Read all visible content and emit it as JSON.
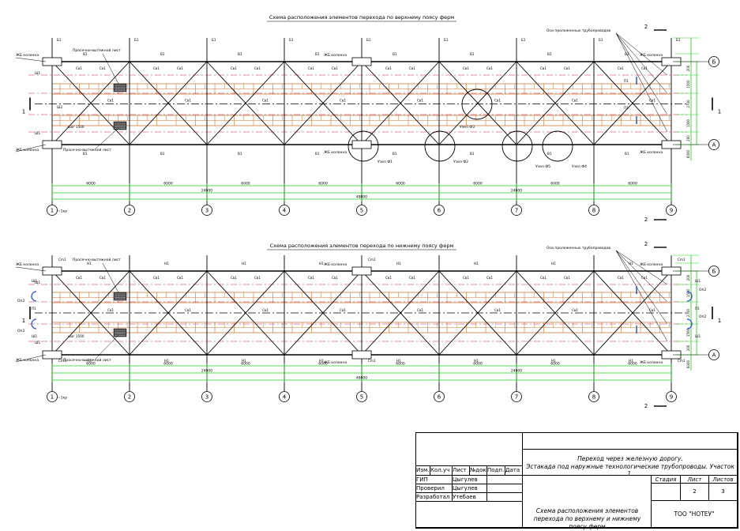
{
  "top_plan": {
    "title": "Схема расположения элементов перехода по верхнему поясу ферм",
    "axes": [
      "1",
      "2",
      "3",
      "4",
      "5",
      "6",
      "7",
      "8",
      "9"
    ],
    "rows": [
      "Б",
      "А"
    ],
    "spans": [
      "6000",
      "6000",
      "6000",
      "6000",
      "6000",
      "6000",
      "6000",
      "6000"
    ],
    "totals": [
      "24000",
      "24000",
      "48000"
    ],
    "right_dims": [
      "200",
      "1500",
      "2700",
      "1500",
      "200",
      "6000"
    ],
    "section_mark": "1",
    "section_mark2": "2",
    "axis1_ext": "~1кр",
    "labels": {
      "column": "ЖБ колонна",
      "sheet": "Просечно-вытяжной лист",
      "pipe_axes": "Оси проложенных трубопроводов",
      "b1": "Б1",
      "v1": "В1",
      "sh1": "Ш1",
      "sh2": "Ш2",
      "p1": "П1",
      "sv1": "Св1",
      "step": "шаг 1500",
      "nodes": [
        "Узел Ф1",
        "Узел Ф2",
        "Узел Ф3",
        "Узел Ф4",
        "Узел Ф5"
      ]
    }
  },
  "bottom_plan": {
    "title": "Схема расположения элементов перехода по нижнему поясу ферм",
    "axes": [
      "1",
      "2",
      "3",
      "4",
      "5",
      "6",
      "7",
      "8",
      "9"
    ],
    "rows": [
      "Б",
      "А"
    ],
    "spans": [
      "6000",
      "6000",
      "6000",
      "6000",
      "6000",
      "6000",
      "6000",
      "6000"
    ],
    "totals": [
      "24000",
      "24000",
      "48000"
    ],
    "right_dims": [
      "200",
      "1500",
      "2700",
      "1500",
      "200",
      "6000"
    ],
    "section_mark": "1",
    "section_mark2": "2",
    "axis1_ext": "~1кр",
    "labels": {
      "column": "ЖБ колонна",
      "sheet": "Просечно-вытяжной лист",
      "pipe_axes": "Оси проложенных трубопроводов",
      "cm1": "Cm1",
      "n1": "Н1",
      "sh1": "Ш1",
      "p1": "П1",
      "sv1": "Св1",
      "op2": "Оп2",
      "step": "шаг 1500"
    }
  },
  "title_block": {
    "header": [
      "Изм.",
      "Кол.уч",
      "Лист",
      "№док",
      "Подп.",
      "Дата"
    ],
    "people": [
      {
        "role": "ГИП",
        "name": "Цыгулев"
      },
      {
        "role": "Проверил",
        "name": "Цыгулев"
      },
      {
        "role": "Разработал",
        "name": "Утебаев"
      }
    ],
    "project_line1": "Переход через железную дорогу.",
    "project_line2": "Эстакада под наружные технологические трубопроводы. Участок 1.",
    "stage_header": "Стадия",
    "sheet_header": "Лист",
    "sheets_header": "Листов",
    "sheet_no": "2",
    "sheets_total": "3",
    "drawing_title": "Схема расположения элементов перехода по верхнему и нижнему поясу ферм",
    "company": "ТОО \"НОТЕУ\""
  },
  "colors": {
    "line": "#000000",
    "dimension": "#22cc22",
    "grating": "#c87533",
    "axis": "#cc2244",
    "pipe_axis": "#3333aa",
    "marker": "#2244cc"
  }
}
